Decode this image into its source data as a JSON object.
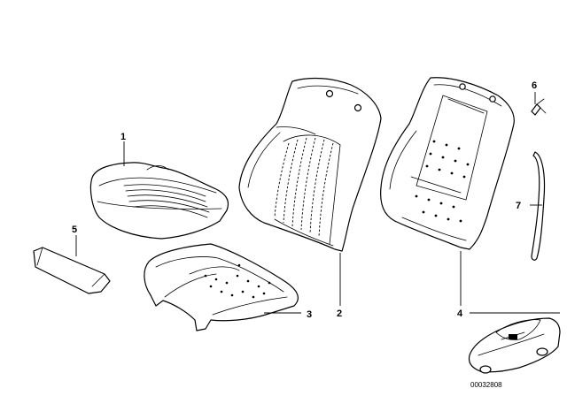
{
  "callouts": [
    {
      "id": "1",
      "label": "1"
    },
    {
      "id": "2",
      "label": "2"
    },
    {
      "id": "3",
      "label": "3"
    },
    {
      "id": "4",
      "label": "4"
    },
    {
      "id": "5",
      "label": "5"
    },
    {
      "id": "6",
      "label": "6"
    },
    {
      "id": "7",
      "label": "7"
    }
  ],
  "drawing_number": "00032808",
  "colors": {
    "line": "#000000",
    "background": "#ffffff"
  }
}
